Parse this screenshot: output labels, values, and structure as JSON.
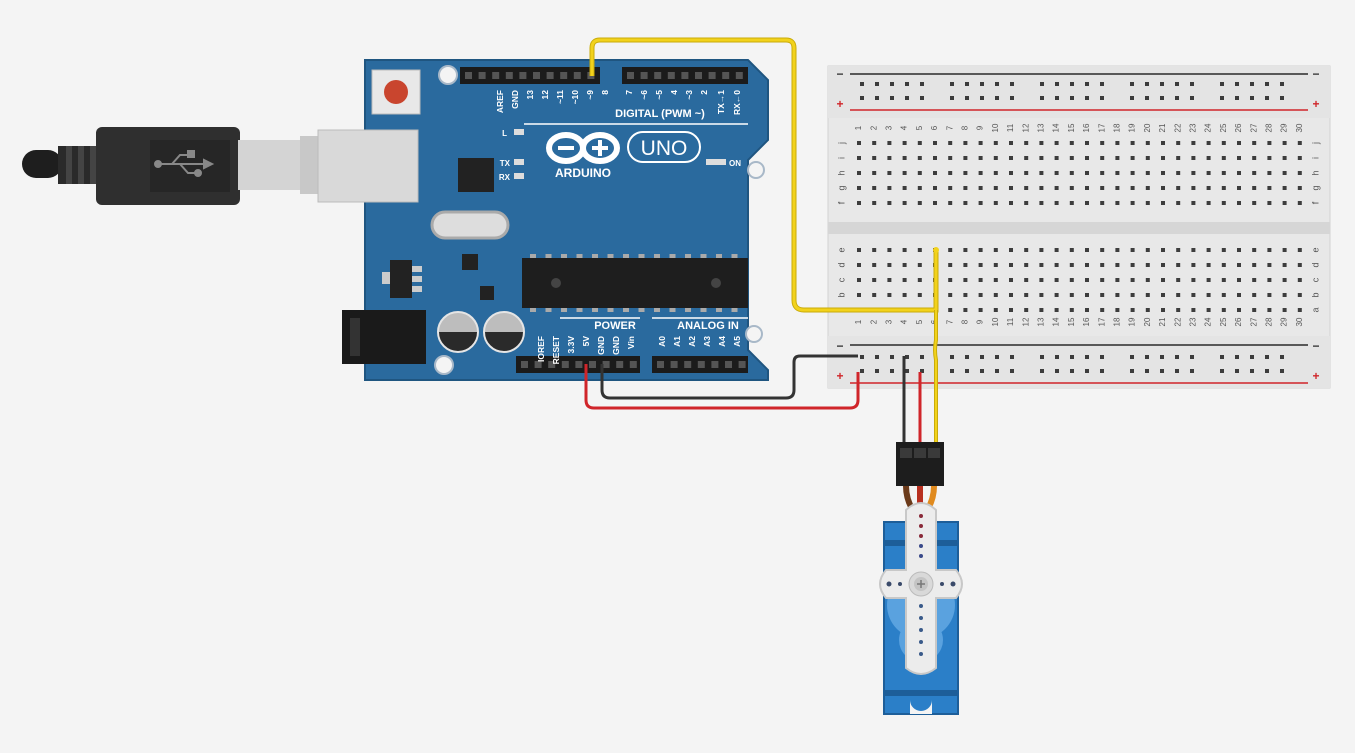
{
  "arduino": {
    "logo_text": "ARDUINO",
    "model": "UNO",
    "digital_label": "DIGITAL (PWM ~)",
    "power_label": "POWER",
    "analog_label": "ANALOG IN",
    "led_l": "L",
    "led_tx": "TX",
    "led_rx": "RX",
    "led_on": "ON",
    "digital_pins": [
      "AREF",
      "GND",
      "13",
      "12",
      "~11",
      "~10",
      "~9",
      "8",
      "7",
      "~6",
      "~5",
      "4",
      "~3",
      "2",
      "TX→1",
      "RX←0"
    ],
    "power_pins": [
      "IOREF",
      "RESET",
      "3.3V",
      "5V",
      "GND",
      "GND",
      "Vin"
    ],
    "analog_pins": [
      "A0",
      "A1",
      "A2",
      "A3",
      "A4",
      "A5"
    ]
  },
  "breadboard": {
    "rows_top": [
      "j",
      "i",
      "h",
      "g",
      "f"
    ],
    "rows_bottom": [
      "e",
      "d",
      "c",
      "b",
      "a"
    ],
    "columns": [
      "1",
      "2",
      "3",
      "4",
      "5",
      "6",
      "7",
      "8",
      "9",
      "10",
      "11",
      "12",
      "13",
      "14",
      "15",
      "16",
      "17",
      "18",
      "19",
      "20",
      "21",
      "22",
      "23",
      "24",
      "25",
      "26",
      "27",
      "28",
      "29",
      "30"
    ],
    "rail_minus": "−",
    "rail_plus": "+"
  },
  "colors": {
    "board": "#2a6a9e",
    "wire_signal": "#f2d21b",
    "wire_power": "#d0252a",
    "wire_ground": "#333333",
    "servo_body": "#2b7fc8"
  }
}
